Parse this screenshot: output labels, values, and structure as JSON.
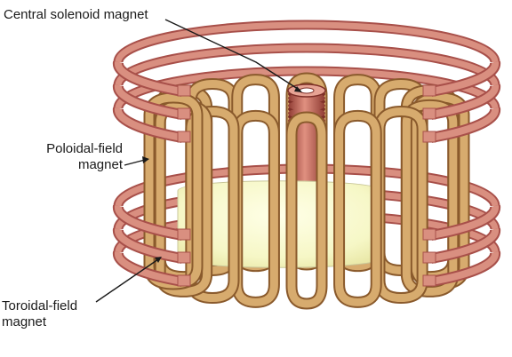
{
  "diagram": {
    "labels": {
      "central_solenoid": "Central solenoid magnet",
      "poloidal_field": "Poloidal-field\nmagnet",
      "toroidal_field": "Toroidal-field\nmagnet"
    },
    "colors": {
      "copper_ring": "#d98f80",
      "copper_ring_dark": "#a8504a",
      "gold_coil": "#d7ab6e",
      "gold_coil_dark": "#8a5a2c",
      "plasma_core": "#fafbd0",
      "solenoid_red": "#c9665a",
      "solenoid_dark": "#7e2f28"
    },
    "coil_count": 16,
    "ring_count": 6
  }
}
